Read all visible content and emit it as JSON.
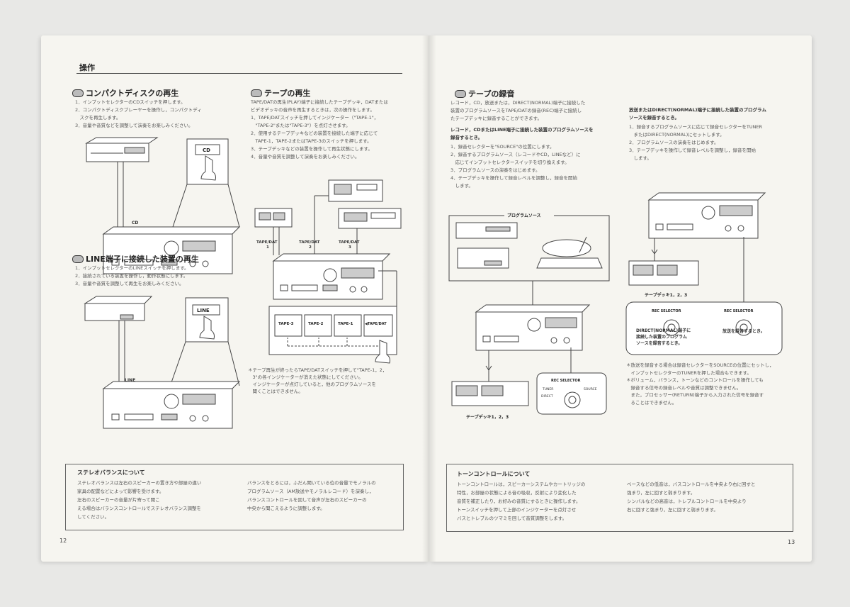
{
  "left": {
    "chapter": "操作",
    "cd": {
      "title": "コンパクトディスクの再生",
      "steps": [
        "1．インプットセレクターのCDスイッチを押します。",
        "2．コンパクトディスクプレーヤーを操作し，コンパクトディ",
        "　スクを再生します。",
        "3．音量や音質などを調整して演奏をお楽しみください。"
      ],
      "fig_cd_label": "CD",
      "fig_button": "CD"
    },
    "tape": {
      "title": "テープの再生",
      "intro": [
        "TAPE/DATの再生(PLAY)端子に接続したテープデッキ，DATまたは",
        "ビデオデッキの音声を再生するときは，次の操作をします。"
      ],
      "steps": [
        "1．TAPE/DATスイッチを押してインジケーター（\"TAPE-1\"，",
        "　\"TAPE-2\"または\"TAPE-3\"）を点灯させます。",
        "2．使用するテープデッキなどの装置を接続した端子に応じて",
        "　TAPE-1，TAPE-2またはTAPE-3のスイッチを押します。",
        "3．テープデッキなどの装置を操作して再生状態にします。",
        "4．音量や音質を調整して演奏をお楽しみください。"
      ],
      "labels": [
        "TAPE/DAT\n1",
        "TAPE/DAT\n2",
        "TAPE/DAT\n3"
      ],
      "buttons": [
        "TAPE-3",
        "TAPE-2",
        "TAPE-1",
        "◀TAPE/DAT"
      ],
      "note": [
        "＊テープ再生が終ったらTAPE/DATスイッチを押して\"TAPE-1，2，",
        "　3\"の各インジケーターが消えた状態にしてください。",
        "　インジケーターが点灯していると，他のプログラムソースを",
        "　聞くことはできません。"
      ]
    },
    "line": {
      "title": "LINE端子に接続した装置の再生",
      "steps": [
        "1．インプットセレクターのLINEスイッチを押します。",
        "2．接続されている装置を操作し，動作状態にします。",
        "3．音量や音質を調整して再生をお楽しみください。"
      ],
      "fig_line_label": "LINE",
      "fig_button": "LINE"
    },
    "balance_box": {
      "title": "ステレオバランスについて",
      "col1": [
        "ステレオバランスは左右のスピーカーの置き方や部屋の違い",
        "家具の配置などによって影響を受けます。",
        "左右のスピーカーの音量が片寄って聞こ",
        "える場合はバランスコントロールでステレオバランス調整を",
        "してください。"
      ],
      "col2": [
        "バランスをとるには，ふだん聞いている位の音量でモノラルの",
        "プログラムソース（AM放送やモノラルレコード）を演奏し，",
        "バランスコントロールを回して音声が左右のスピーカーの",
        "中央から聞こえるように調整します。"
      ]
    },
    "page_number": "12"
  },
  "right": {
    "rec": {
      "title": "テープの録音",
      "intro": [
        "レコード，CD，放送または，DIRECT(NORMAL)端子に接続した",
        "装置のプログラムソースをTAPE/DATの録音(REC)端子に接続し",
        "たテープデッキに録音することができます。"
      ],
      "sub_heading": "レコード，CDまたはLINE端子に接続した装置のプログラムソースを録音するとき。",
      "sub_heading_lines": [
        "レコード，CDまたはLINE端子に接続した装置のプログラムソースを",
        "録音するとき。"
      ],
      "steps": [
        "1．録音セレクターを\"SOURCE\"の位置にします。",
        "2．録音するプログラムソース（レコードやCD，LINEなど）に",
        "　応じてインプットセレクタースイッチを切り換えます。",
        "3．プログラムソースの演奏をはじめます。",
        "4．テープデッキを操作して録音レベルを調整し，録音を開始",
        "　します。"
      ],
      "program_source_label": "プログラムソース",
      "rec_selector_label": "REC SELECTOR",
      "deck_caption": "テープデッキ1，2，3"
    },
    "broadcast": {
      "heading_lines": [
        "放送またはDIRECT(NORMAL)端子に接続した装置のプログラム",
        "ソースを録音するとき。"
      ],
      "steps": [
        "1．録音するプログラムソースに応じて録音セレクターをTUNER",
        "　またはDIRECT(NORMAL)にセットします。",
        "2．プログラムソースの演奏をはじめます。",
        "3．テープデッキを操作して録音レベルを調整し，録音を開始",
        "　します。"
      ],
      "deck_caption": "テープデッキ1，2，3",
      "selector_left_caption": [
        "DIRECT(NORMAL)端子に",
        "接続した装置のプログラム",
        "ソースを録音するとき。"
      ],
      "selector_right_caption": "放送を録音するとき。",
      "rec_selector_label": "REC SELECTOR",
      "note": [
        "＊放送を録音する場合は録音セレクターをSOURCEの位置にセットし，",
        "　インプットセレクターのTUNERを押した場合もできます。",
        "＊ボリューム，バランス，トーンなどのコントロールを操作しても",
        "　録音する信号の録音レベルや音質は調整できません。",
        "　また，プロセッサー(RETURN)端子から入力された信号を録音す",
        "　ることはできません。"
      ]
    },
    "tone_box": {
      "title": "トーンコントロールについて",
      "col1": [
        "トーンコントロールは，スピーカーシステムやカートリッジの",
        "特性，お部屋の状態による音の吸収，反射により変化した",
        "音質を補正したり，お好みの音質にするときに操作します。",
        "トーンスイッチを押して上部のインジケーターを点灯させ",
        "バスとトレブルのツマミを回して音質調整をします。"
      ],
      "col2": [
        "ベースなどの低音は，バスコントロールを中央より右に回すと",
        "強まり，左に回すと弱まります。",
        "シンバルなどの高音は，トレブルコントロールを中央より",
        "右に回すと強まり，左に回すと弱まります。"
      ]
    },
    "page_number": "13"
  },
  "colors": {
    "paper": "#f6f5f0",
    "ink": "#333333",
    "line": "#555555"
  }
}
